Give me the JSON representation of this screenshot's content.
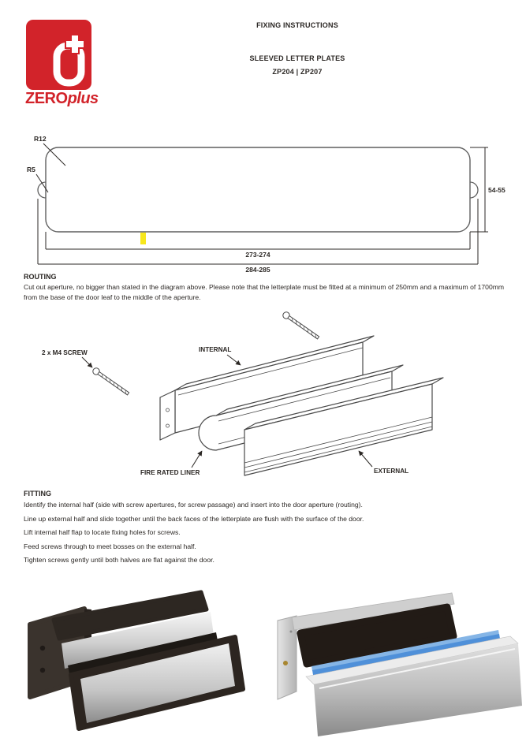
{
  "logo": {
    "brand_bold": "ZERO",
    "brand_italic": "plus",
    "brand_color": "#d2232a"
  },
  "header": {
    "doc_title": "FIXING INSTRUCTIONS",
    "product_title": "SLEEVED LETTER PLATES",
    "product_codes": "ZP204 | ZP207"
  },
  "cutout_diagram": {
    "corner_radius_label": "R12",
    "bump_radius_label": "R5",
    "height_dimension": "54-55",
    "inner_width_dimension": "273-274",
    "outer_width_dimension": "284-285",
    "highlight_color": "#f7e71c"
  },
  "routing": {
    "heading": "ROUTING",
    "body": "Cut out aperture, no bigger than stated in the diagram above. Please note that the letterplate must be fitted at a minimum of 250mm and a maximum of 1700mm from the base of the door leaf to the middle of the aperture."
  },
  "assembly_diagram": {
    "screw_label": "2 x M4 SCREW",
    "internal_label": "INTERNAL",
    "liner_label": "FIRE RATED LINER",
    "external_label": "EXTERNAL"
  },
  "fitting": {
    "heading": "FITTING",
    "steps": [
      "Identify the internal half (side with screw apertures, for screw passage) and insert into the door aperture (routing).",
      "Line up external half and slide together until the back faces of the letterplate are flush with the surface of the door.",
      "Lift internal half flap to locate fixing holes for screws.",
      "Feed screws through to meet bosses on the external half.",
      "Tighten screws gently until both halves are flat against the door."
    ]
  },
  "photos": {
    "left": {
      "frame_color": "#2c2521",
      "flap_color": "#d9d9d9"
    },
    "right": {
      "plate_color": "#c9c9c9",
      "sleeve_color": "#221b16",
      "liner_color": "#4f90d9",
      "screw_color": "#a8862f"
    }
  }
}
